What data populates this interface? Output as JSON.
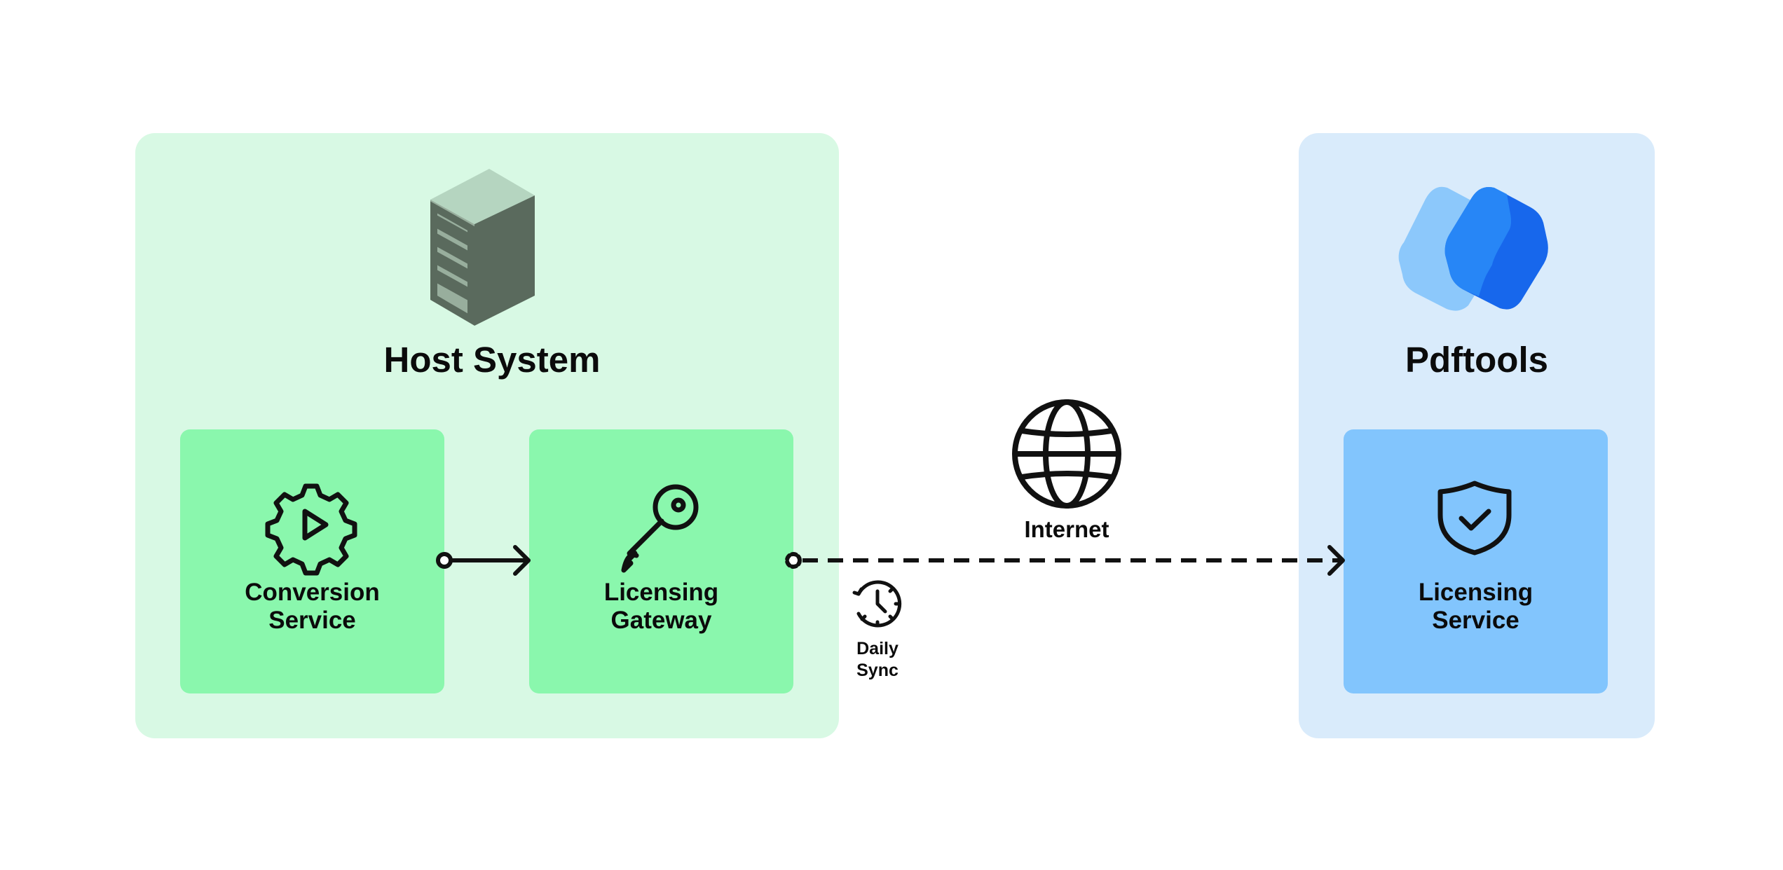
{
  "host": {
    "title": "Host System",
    "conversion_service": {
      "line1": "Conversion",
      "line2": "Service"
    },
    "licensing_gateway": {
      "line1": "Licensing",
      "line2": "Gateway"
    }
  },
  "vendor": {
    "title": "Pdftools",
    "licensing_service": {
      "line1": "Licensing",
      "line2": "Service"
    }
  },
  "connection": {
    "internet_label": "Internet",
    "sync_label_line1": "Daily",
    "sync_label_line2": "Sync"
  },
  "icons": {
    "host_server": "server-icon",
    "conversion_service": "gear-play-icon",
    "licensing_gateway": "key-icon",
    "vendor_logo": "pdftools-logo",
    "licensing_service": "shield-check-icon",
    "internet": "globe-icon",
    "sync": "clock-sync-icon"
  },
  "colors": {
    "host_panel": "#d8f9e4",
    "host_card": "#8af7ad",
    "vendor_panel": "#d9ebfb",
    "vendor_card": "#82c5fd",
    "logo_light": "#8cc8fb",
    "logo_dark": "#1767ec",
    "server_top": "#b5d5c0",
    "server_side": "#5a6a5d",
    "server_front": "#98ae9d"
  }
}
